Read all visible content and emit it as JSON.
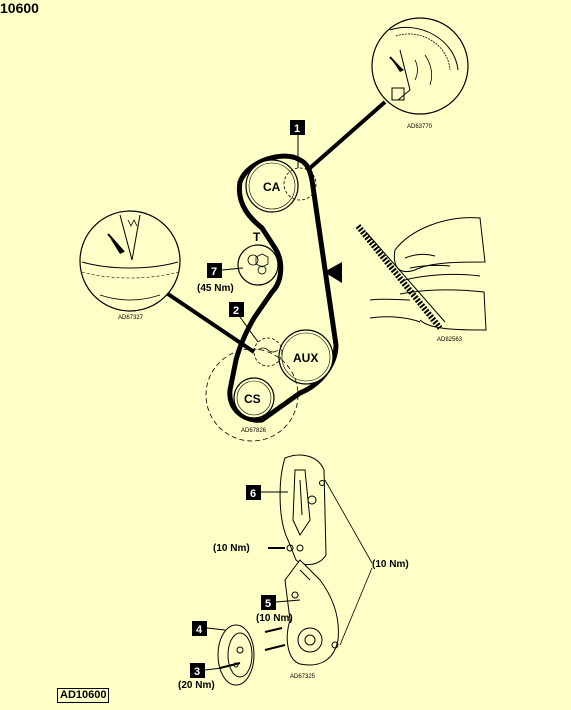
{
  "ref_title": "10600",
  "footer_ref": "AD10600",
  "pulleys": {
    "camshaft": "CA",
    "tensioner": "T",
    "auxiliary": "AUX",
    "crankshaft": "CS"
  },
  "callouts": [
    "1",
    "2",
    "3",
    "4",
    "5",
    "6",
    "7"
  ],
  "torques": {
    "tensioner": "(45 Nm)",
    "cover_bolt": "(10 Nm)",
    "backplate_bolt": "(10 Nm)",
    "cover_side": "(10 Nm)",
    "crank_bolt": "(20 Nm)"
  },
  "inset_codes": {
    "cam_mark": "AD63770",
    "crank_mark": "AD67327",
    "belt_fit": "AD82563",
    "cs_detail": "AD67826",
    "covers": "AD67325"
  },
  "colors": {
    "background": "#ffffc8",
    "ink": "#000000",
    "callout_bg": "#000000"
  }
}
